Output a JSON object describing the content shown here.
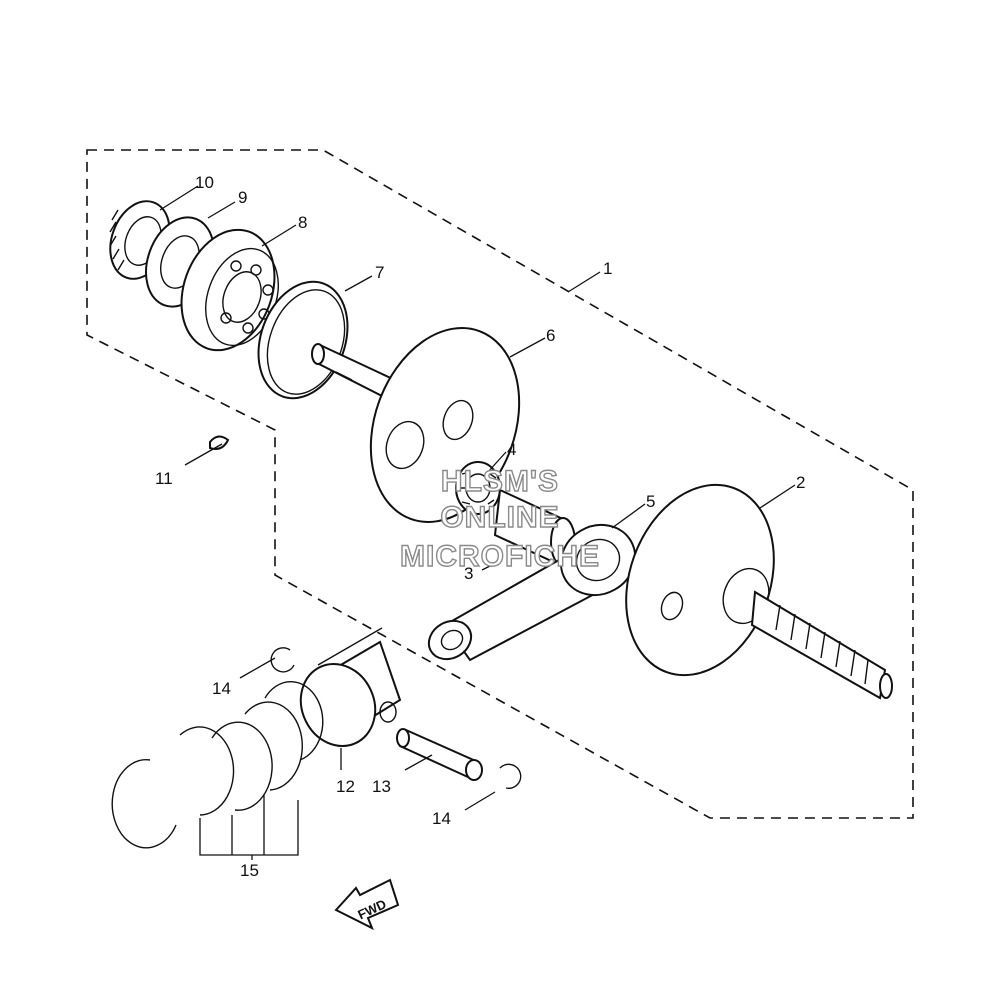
{
  "callouts": [
    {
      "id": "c1",
      "label": "1"
    },
    {
      "id": "c2",
      "label": "2"
    },
    {
      "id": "c3",
      "label": "3"
    },
    {
      "id": "c4",
      "label": "4"
    },
    {
      "id": "c5",
      "label": "5"
    },
    {
      "id": "c6",
      "label": "6"
    },
    {
      "id": "c7",
      "label": "7"
    },
    {
      "id": "c8",
      "label": "8"
    },
    {
      "id": "c9",
      "label": "9"
    },
    {
      "id": "c10",
      "label": "10"
    },
    {
      "id": "c11",
      "label": "11"
    },
    {
      "id": "c12",
      "label": "12"
    },
    {
      "id": "c13",
      "label": "13"
    },
    {
      "id": "c14a",
      "label": "14"
    },
    {
      "id": "c14b",
      "label": "14"
    },
    {
      "id": "c15",
      "label": "15"
    }
  ],
  "fwd_arrow": {
    "label": "FWD"
  },
  "watermark": {
    "line1": "HLSM'S",
    "line2": "ONLINE",
    "line3": "MICROFICHE"
  }
}
